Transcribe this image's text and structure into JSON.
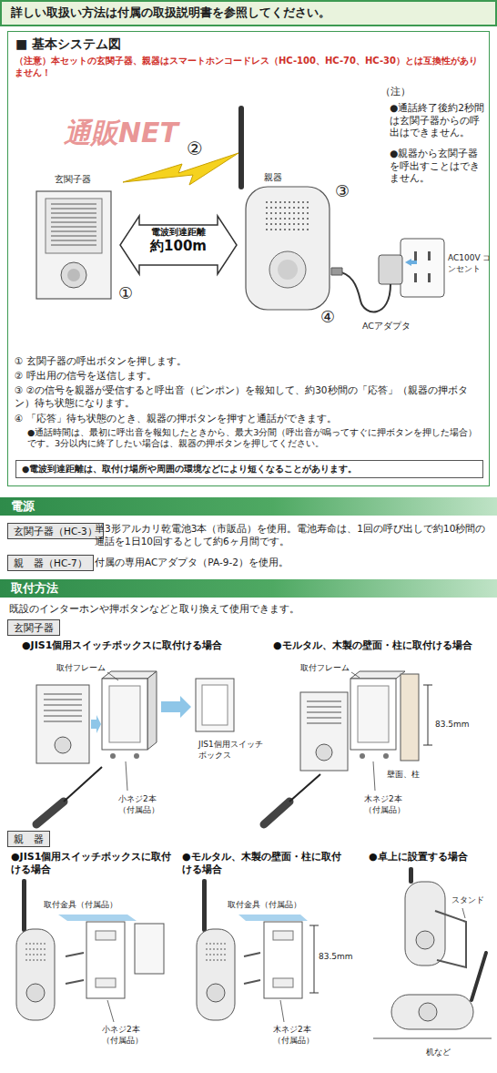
{
  "diagram": {
    "nodes": [
      {
        "text": [
          "詳しい取扱い方法は付属の取扱説明書を参照してください。"
        ]
      },
      {
        "text": [
          "■ 基本システム図"
        ]
      },
      {
        "text": [
          "電波到達距離",
          "約100m"
        ],
        "in": 1
      },
      {
        "text": [
          "●電波到達距離は、取付け場所や周囲の環境などにより短くなることがあります。"
        ],
        "in": 1
      },
      {
        "text": [
          "電源"
        ]
      },
      {
        "text": [
          "玄関子器（HC-3）"
        ]
      },
      {
        "text": [
          "親　器（HC-7）"
        ]
      },
      {
        "text": [
          "取付方法"
        ]
      },
      {
        "text": [
          "玄関子器"
        ]
      },
      {
        "text": [
          "親　器"
        ]
      }
    ],
    "labels": [
      "（注意）本セットの玄関子器、親器はスマートホンコードレス（HC-100、HC-70、HC-30）とは互換性がありません！",
      "通販NET",
      "②",
      "玄関子器",
      "親器",
      "③",
      "①",
      "④",
      "（注）",
      "●通話終了後約2秒間は玄関子器からの呼出はできません。",
      "●親器から玄関子器を呼出すことはできません。",
      "AC100V コンセント",
      "ACアダプタ",
      "① 玄関子器の呼出ボタンを押します。",
      "② 呼出用の信号を送信します。",
      "③ ②の信号を親器が受信すると呼出音（ピンポン）を報知して、約30秒間の「応答」（親器の押ボタン）待ち状態になります。",
      "④ 「応答」待ち状態のとき、親器の押ボタンを押すと通話ができます。",
      "●通話時間は、最初に呼出音を報知したときから、最大3分間（呼出音が鳴ってすぐに押ボタンを押した場合）です。3分以内に終了したい場合は、親器の押ボタンを押してください。",
      "単3形アルカリ乾電池3本（市販品）を使用。電池寿命は、1回の呼び出しで約10秒間の通話を1日10回するとして約6ヶ月間です。",
      "付属の専用ACアダプタ（PA-9-2）を使用。",
      "既設のインターホンや押ボタンなどと取り換えて使用できます。",
      "●JIS1個用スイッチボックスに取付ける場合",
      "●モルタル、木製の壁面・柱に取付ける場合",
      "取付フレーム",
      "JIS1個用スイッチボックス",
      "小ネジ2本（付属品）",
      "取付フレーム",
      "83.5mm",
      "壁面、柱",
      "木ネジ2本（付属品）",
      "●JIS1個用スイッチボックスに取付ける場合",
      "●モルタル、木製の壁面・柱に取付ける場合",
      "●卓上に設置する場合",
      "取付金具（付属品）",
      "小ネジ2本（付属品）",
      "取付金具（付属品）",
      "83.5mm",
      "木ネジ2本（付属品）",
      "スタンド",
      "机など"
    ]
  }
}
